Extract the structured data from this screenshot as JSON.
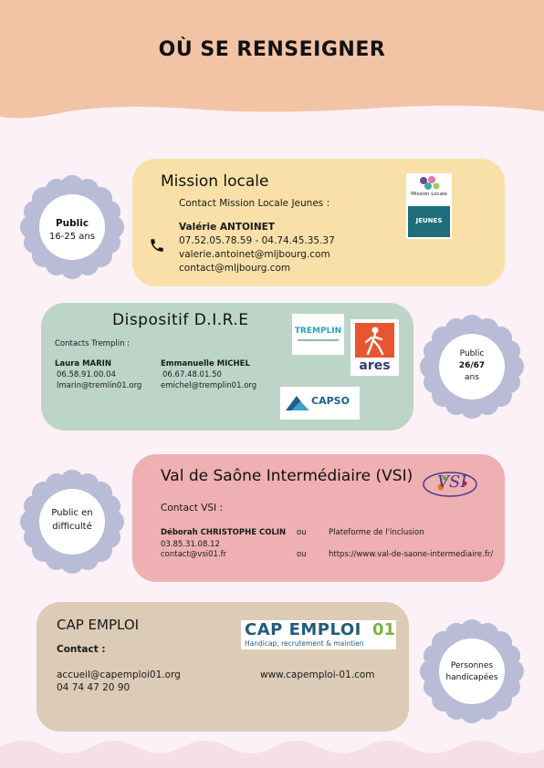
{
  "page": {
    "title": "OÙ SE RENSEIGNER"
  },
  "colors": {
    "header": "#f3c3a6",
    "mission_card": "#f8e0a8",
    "dire_card": "#bcd5c8",
    "vsi_card": "#eeb0b2",
    "cap_card": "#dccbb6",
    "flower": "#b8bcd6"
  },
  "mission_locale": {
    "title": "Mission locale",
    "contact_label": "Contact Mission Locale Jeunes :",
    "person": "Valérie ANTOINET",
    "phones": "07.52.05.78.59 - 04.74.45.35.37",
    "email1": "valerie.antoinet@mljbourg.com",
    "email2": "contact@mljbourg.com",
    "icon": "phone-icon",
    "logo_top": "Mission Locale",
    "logo_bottom": "JEUNES"
  },
  "badge_public_16_25": {
    "line1": "Public",
    "line2": "16-25 ans"
  },
  "dire": {
    "title": "Dispositif  D.I.R.E",
    "contacts_label": "Contacts Tremplin :",
    "person1": {
      "name": "Laura MARIN",
      "phone": "06.58.91.00.04",
      "email": "lmarin@tremlin01.org"
    },
    "person2": {
      "name": "Emmanuelle MICHEL",
      "phone": "06.67.48.01.50",
      "email": "emichel@tremplin01.org"
    },
    "logo_tremplin": "TREMPLIN",
    "logo_ares": "ares",
    "logo_capso": "CAPSO"
  },
  "badge_public_26_67": {
    "line1": "Public",
    "line2": "26/67",
    "line3": "ans"
  },
  "vsi": {
    "title": "Val de Saône Intermédiaire (VSI)",
    "contact_label": "Contact VSI :",
    "person": "Déborah CHRISTOPHE COLIN",
    "phone": "03.85.31.08.12",
    "email": "contact@vsi01.fr",
    "or1": "ou",
    "or2": "ou",
    "alt1": "Plateforme de l'inclusion",
    "alt2": "https://www.val-de-saone-intermediaire.fr/",
    "logo": "VSI"
  },
  "badge_difficulte": {
    "line1": "Public en",
    "line2": "difficulté"
  },
  "cap_emploi": {
    "title": "CAP EMPLOI",
    "contact_label": "Contact :",
    "email": "accueil@capemploi01.org",
    "phone": "04 74 47 20 90",
    "website": "www.capemploi-01.com",
    "logo_main": "CAP EMPLOI",
    "logo_num": "01",
    "logo_tagline": "Handicap, recrutement & maintien"
  },
  "badge_handicap": {
    "line1": "Personnes",
    "line2": "handicapées"
  }
}
